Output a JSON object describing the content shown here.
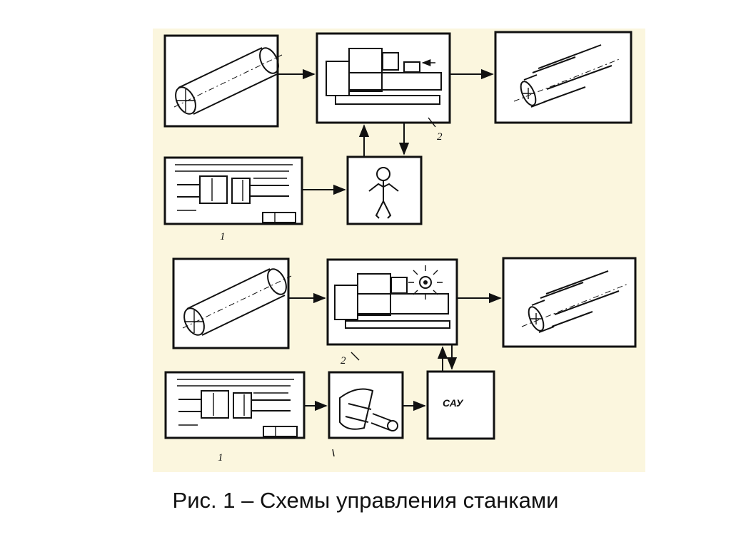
{
  "caption": "Рис. 1 – Схемы управления станками",
  "labels": {
    "machine_top": "2",
    "drawing_top": "1",
    "machine_bottom": "2",
    "drawing_bottom": "1",
    "sau": "САУ"
  },
  "colors": {
    "background": "#ffffff",
    "figure_tint": "#fbf6de",
    "ink": "#111111"
  }
}
